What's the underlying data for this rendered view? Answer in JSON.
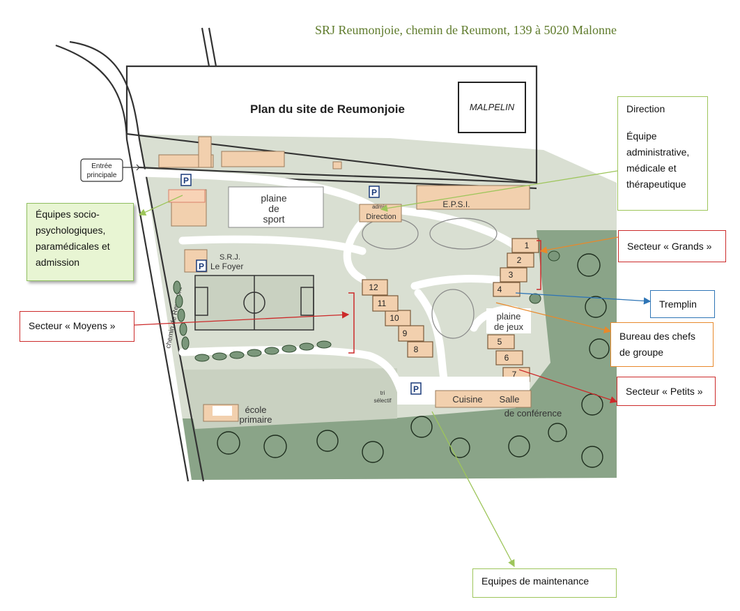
{
  "header": {
    "address": "SRJ Reumonjoie, chemin de Reumont, 139 à 5020 Malonne"
  },
  "map_labels": {
    "title": "Plan du site de Reumonjoie",
    "malpelin": "MALPELIN",
    "entree_line1": "Entrée",
    "entree_line2": "principale",
    "plaine_sport_1": "plaine",
    "plaine_sport_2": "de",
    "plaine_sport_3": "sport",
    "admin": "admin",
    "direction": "Direction",
    "epsi": "E.P.S.I.",
    "srj": "S.R.J.",
    "le_foyer": "Le Foyer",
    "plaine_jeux_1": "plaine",
    "plaine_jeux_2": "de jeux",
    "ecole_1": "école",
    "ecole_2": "primaire",
    "tri_1": "tri",
    "tri_2": "sélectif",
    "cuisine": "Cuisine",
    "salle": "Salle",
    "conference": "de conférence",
    "chemin": "chemin de Reumont",
    "parking": "P",
    "houses": [
      "1",
      "2",
      "3",
      "4",
      "5",
      "6",
      "7",
      "8",
      "9",
      "10",
      "11",
      "12"
    ]
  },
  "callouts": {
    "socio": [
      "Équipes socio-",
      "psychologiques,",
      "paramédicales et",
      "admission"
    ],
    "direction": "Direction",
    "direction_detail": [
      "Équipe",
      "administrative,",
      "médicale et",
      "thérapeutique"
    ],
    "grands": "Secteur « Grands »",
    "tremplin": "Tremplin",
    "moyens": "Secteur « Moyens »",
    "bureau": [
      "Bureau des chefs",
      "de groupe"
    ],
    "petits": "Secteur « Petits »",
    "maintenance": "Equipes de maintenance"
  },
  "colors": {
    "green_callout": "#9dc55a",
    "red_callout": "#cc2a2a",
    "orange_callout": "#e8892b",
    "blue_callout": "#2e75b6",
    "header_text": "#5f7b2c"
  }
}
